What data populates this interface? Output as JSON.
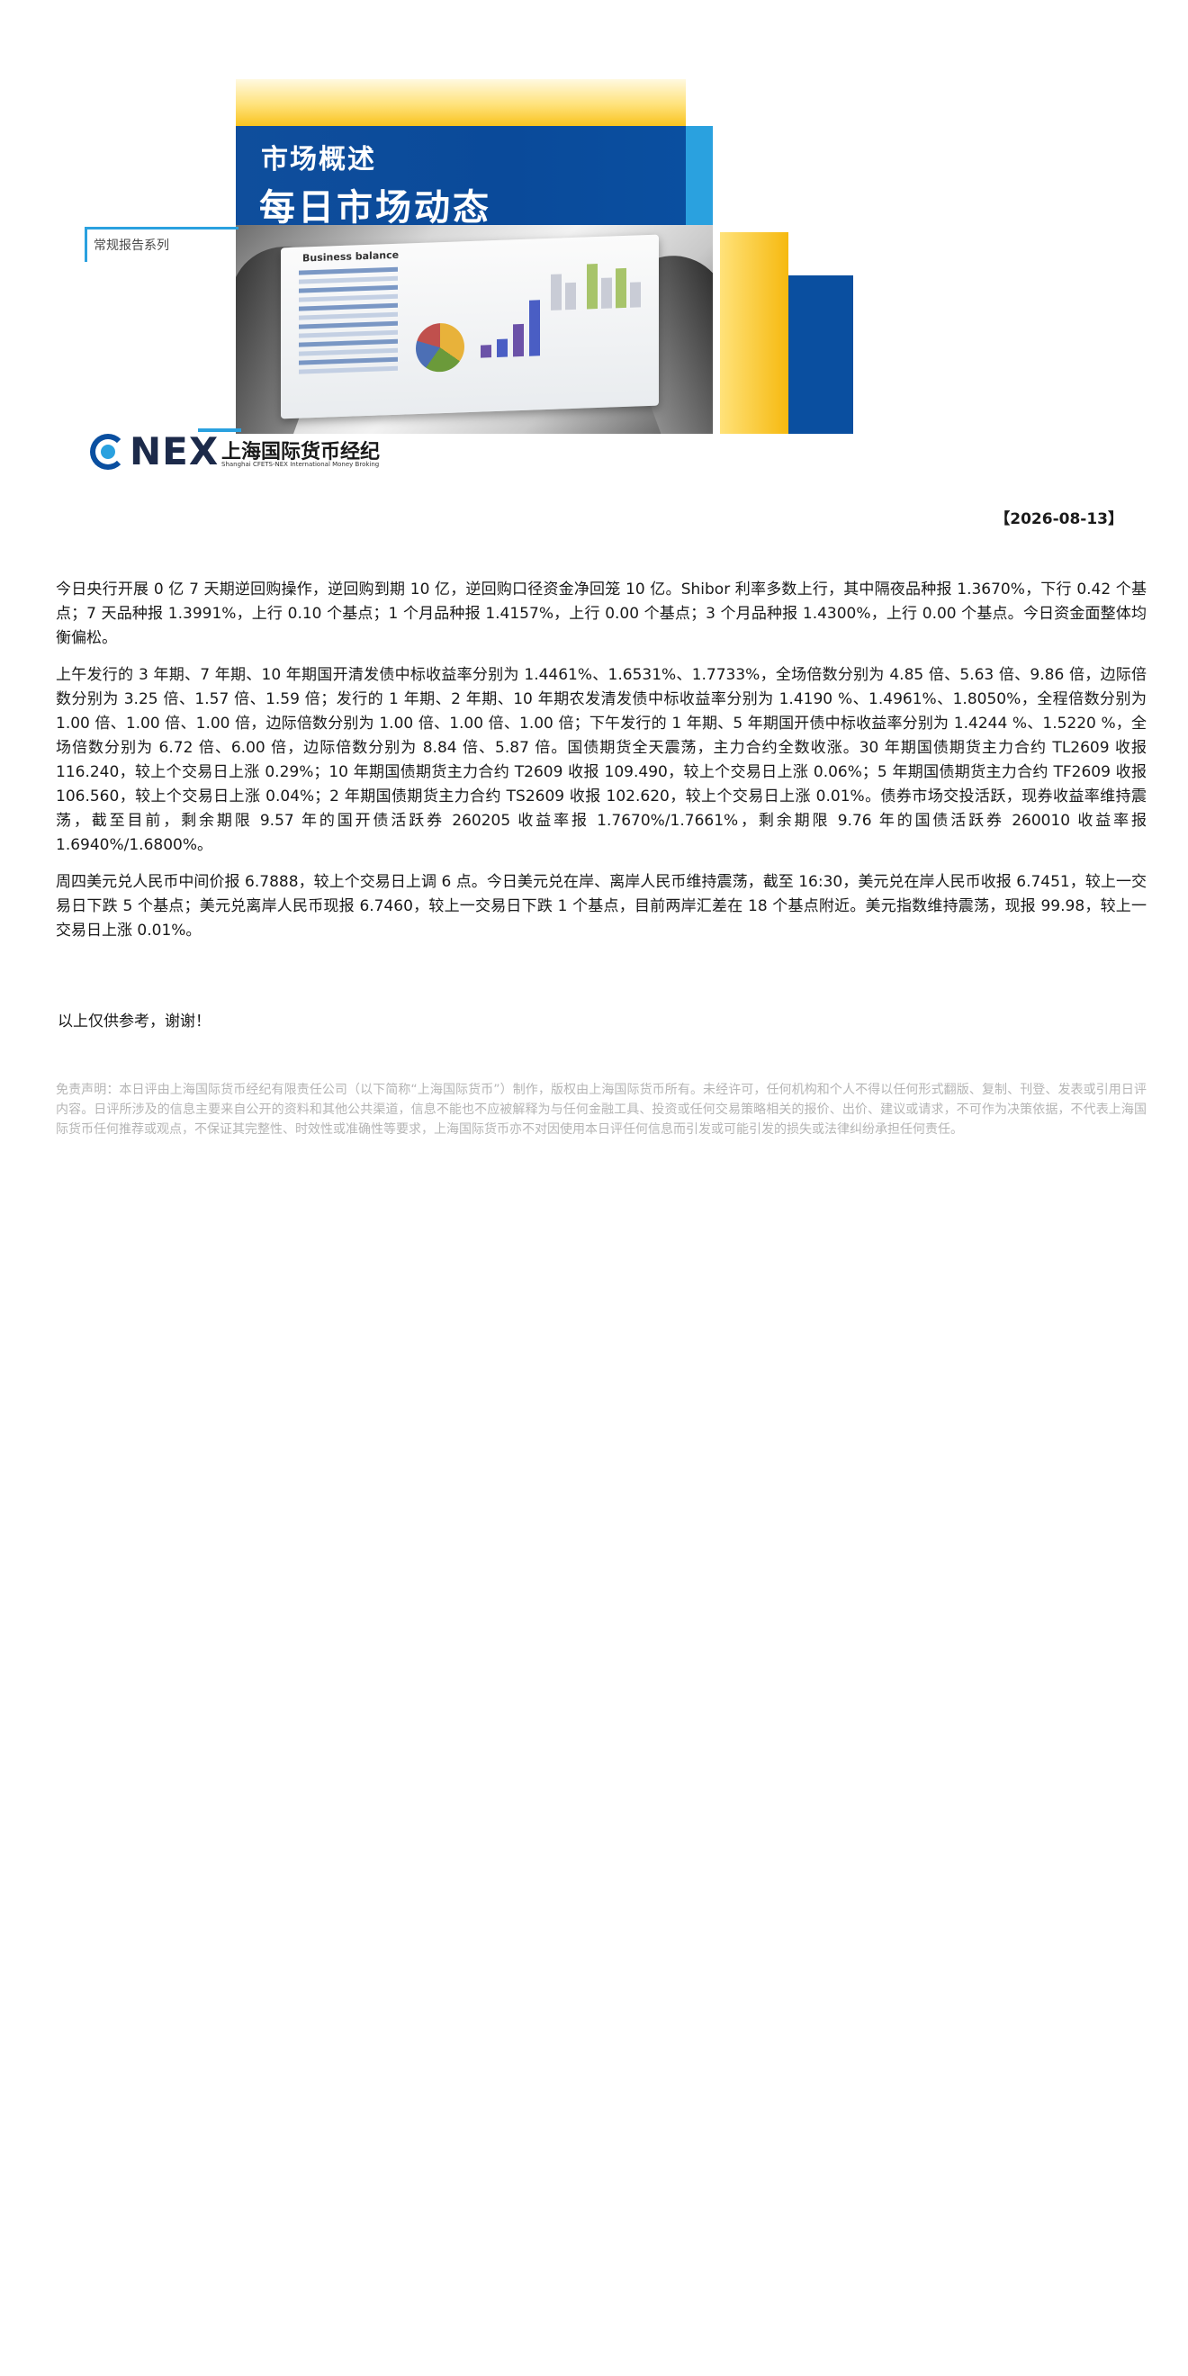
{
  "cover": {
    "title_line1": "市场概述",
    "title_line2": "每日市场动态",
    "series_label": "常规报告系列",
    "chart_caption": "Business balance",
    "logo_nex": "NEX",
    "logo_cn": "上海国际货币经纪",
    "logo_en": "Shanghai CFETS-NEX International Money Broking",
    "colors": {
      "brand_blue": "#0a4fa0",
      "accent_cyan": "#2aa1df",
      "accent_yellow": "#f9c31f"
    }
  },
  "report": {
    "date": "【2026-08-13】",
    "paragraphs": [
      "今日央行开展 0 亿 7 天期逆回购操作，逆回购到期 10 亿，逆回购口径资金净回笼 10 亿。Shibor 利率多数上行，其中隔夜品种报 1.3670%，下行 0.42 个基点；7 天品种报 1.3991%，上行 0.10 个基点；1 个月品种报 1.4157%，上行 0.00 个基点；3 个月品种报 1.4300%，上行 0.00 个基点。今日资金面整体均衡偏松。",
      "上午发行的 3 年期、7 年期、10 年期国开清发债中标收益率分别为 1.4461%、1.6531%、1.7733%，全场倍数分别为 4.85 倍、5.63 倍、9.86 倍，边际倍数分别为 3.25 倍、1.57 倍、1.59 倍；发行的 1 年期、2 年期、10 年期农发清发债中标收益率分别为 1.4190 %、1.4961%、1.8050%，全程倍数分别为 1.00 倍、1.00 倍、1.00 倍，边际倍数分别为 1.00 倍、1.00 倍、1.00 倍；下午发行的 1 年期、5 年期国开债中标收益率分别为 1.4244 %、1.5220 %，全场倍数分别为 6.72 倍、6.00 倍，边际倍数分别为 8.84 倍、5.87 倍。国债期货全天震荡，主力合约全数收涨。30 年期国债期货主力合约 TL2609 收报 116.240，较上个交易日上涨 0.29%；10 年期国债期货主力合约 T2609 收报 109.490，较上个交易日上涨 0.06%；5 年期国债期货主力合约 TF2609 收报 106.560，较上个交易日上涨 0.04%；2 年期国债期货主力合约 TS2609 收报 102.620，较上个交易日上涨 0.01%。债券市场交投活跃，现券收益率维持震荡，截至目前，剩余期限 9.57 年的国开债活跃券 260205 收益率报 1.7670%/1.7661%，剩余期限 9.76 年的国债活跃券 260010 收益率报 1.6940%/1.6800%。",
      "周四美元兑人民币中间价报 6.7888，较上个交易日上调 6 点。今日美元兑在岸、离岸人民币维持震荡，截至 16:30，美元兑在岸人民币收报 6.7451，较上一交易日下跌 5 个基点；美元兑离岸人民币现报 6.7460，较上一交易日下跌 1 个基点，目前两岸汇差在 18 个基点附近。美元指数维持震荡，现报 99.98，较上一交易日上涨 0.01%。"
    ],
    "closing": "以上仅供参考，谢谢！",
    "disclaimer": "免责声明：本日评由上海国际货币经纪有限责任公司（以下简称“上海国际货币”）制作，版权由上海国际货币所有。未经许可，任何机构和个人不得以任何形式翻版、复制、刊登、发表或引用日评内容。日评所涉及的信息主要来自公开的资料和其他公共渠道，信息不能也不应被解释为与任何金融工具、投资或任何交易策略相关的报价、出价、建议或请求，不可作为决策依据，不代表上海国际货币任何推荐或观点，不保证其完整性、时效性或准确性等要求，上海国际货币亦不对因使用本日评任何信息而引发或可能引发的损失或法律纠纷承担任何责任。"
  }
}
